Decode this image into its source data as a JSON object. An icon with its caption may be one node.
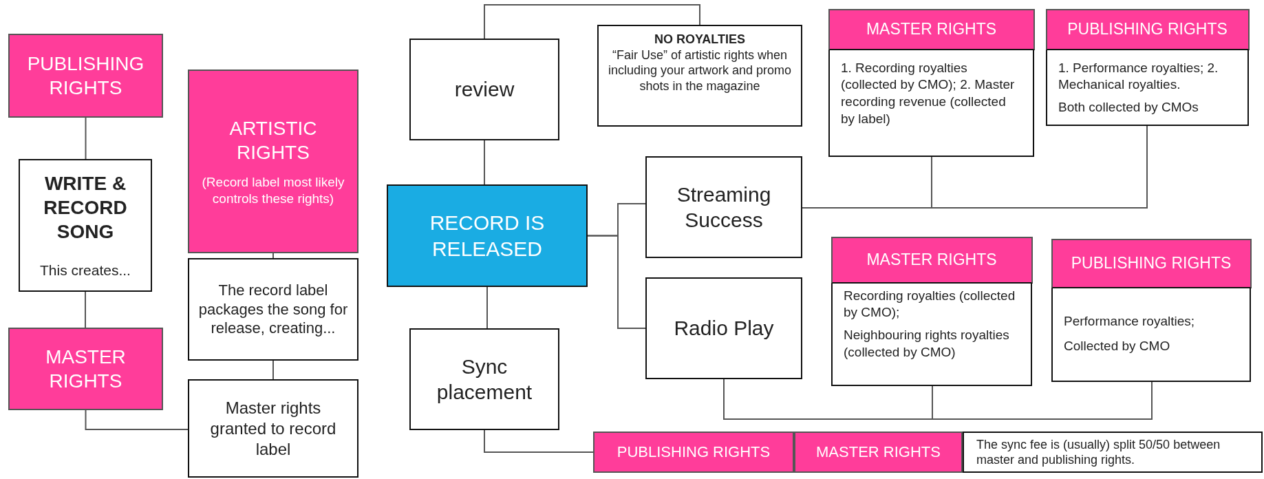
{
  "diagram": {
    "nodes": [
      {
        "text": [
          "PUBLISHING RIGHTS"
        ]
      },
      {
        "text": [
          "WRITE & RECORD SONG",
          "This creates..."
        ]
      },
      {
        "text": [
          "MASTER RIGHTS"
        ]
      },
      {
        "text": [
          "ARTISTIC RIGHTS",
          "(Record label most likely controls these rights)"
        ]
      },
      {
        "text": [
          "The record label packages the song for release, creating..."
        ]
      },
      {
        "text": [
          "Master rights granted to record label"
        ]
      },
      {
        "text": [
          "review"
        ]
      },
      {
        "text": [
          "NO ROYALTIES",
          "“Fair Use” of artistic rights when including your artwork and promo shots in the magazine"
        ]
      },
      {
        "text": [
          "RECORD IS RELEASED"
        ]
      },
      {
        "text": [
          "Sync placement"
        ]
      },
      {
        "text": [
          "Streaming Success"
        ]
      },
      {
        "text": [
          "Radio Play"
        ]
      },
      {
        "text": [
          "MASTER RIGHTS",
          "1. Recording royalties (collected by CMO); 2. Master recording revenue (collected by label)"
        ]
      },
      {
        "text": [
          "PUBLISHING RIGHTS",
          "1. Performance royalties; 2. Mechanical royalties.",
          "Both collected by CMOs"
        ]
      },
      {
        "text": [
          "MASTER RIGHTS",
          "Recording royalties (collected by CMO);",
          "Neighbouring rights royalties (collected by CMO)"
        ]
      },
      {
        "text": [
          "PUBLISHING RIGHTS",
          "Performance royalties;",
          "Collected by CMO"
        ]
      },
      {
        "text": [
          "PUBLISHING RIGHTS"
        ]
      },
      {
        "text": [
          "MASTER RIGHTS"
        ]
      },
      {
        "text": [
          "The sync fee is (usually) split 50/50 between master and publishing rights."
        ]
      }
    ],
    "edges": [
      {
        "from": 0,
        "to": 1,
        "arrow": "none"
      },
      {
        "from": 1,
        "to": 2,
        "arrow": "none"
      },
      {
        "from": 3,
        "to": 4,
        "arrow": "none"
      },
      {
        "from": 4,
        "to": 5,
        "arrow": "none"
      },
      {
        "from": 2,
        "to": 5,
        "arrow": "none"
      },
      {
        "from": 6,
        "to": 7,
        "arrow": "none"
      },
      {
        "from": 6,
        "to": 8,
        "arrow": "none"
      },
      {
        "from": 8,
        "to": 9,
        "arrow": "none"
      },
      {
        "from": 8,
        "to": 10,
        "arrow": "none"
      },
      {
        "from": 8,
        "to": 11,
        "arrow": "none"
      },
      {
        "from": 10,
        "to": 12,
        "arrow": "none"
      },
      {
        "from": 10,
        "to": 13,
        "arrow": "none"
      },
      {
        "from": 11,
        "to": 14,
        "arrow": "none"
      },
      {
        "from": 11,
        "to": 15,
        "arrow": "none"
      },
      {
        "from": 9,
        "to": 16,
        "arrow": "none"
      }
    ]
  }
}
